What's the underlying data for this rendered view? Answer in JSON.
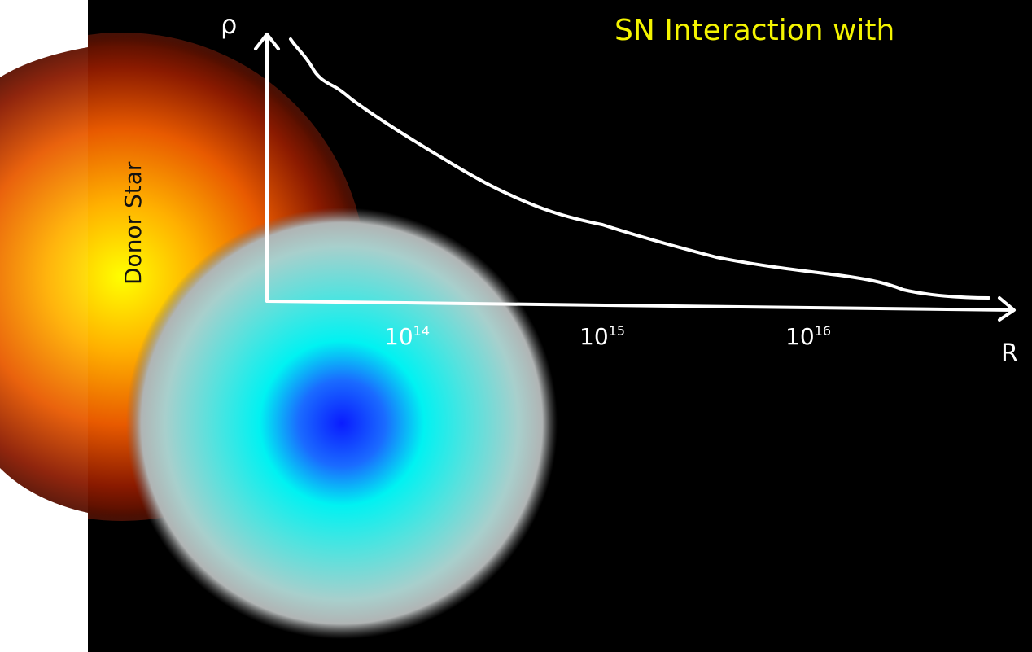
{
  "title": "SN Interaction with",
  "donor_label": "Donor Star",
  "axes": {
    "y_label": "ρ",
    "x_label": "R",
    "ticks": [
      {
        "base": "10",
        "exp": "14"
      },
      {
        "base": "10",
        "exp": "15"
      },
      {
        "base": "10",
        "exp": "16"
      }
    ]
  },
  "colors": {
    "title": "#f4f400",
    "background": "#000000",
    "axis": "#ffffff",
    "donor_star_core": "#ffee00",
    "ejecta_core": "#0a2cff",
    "ejecta_mid": "#00f0f0"
  }
}
